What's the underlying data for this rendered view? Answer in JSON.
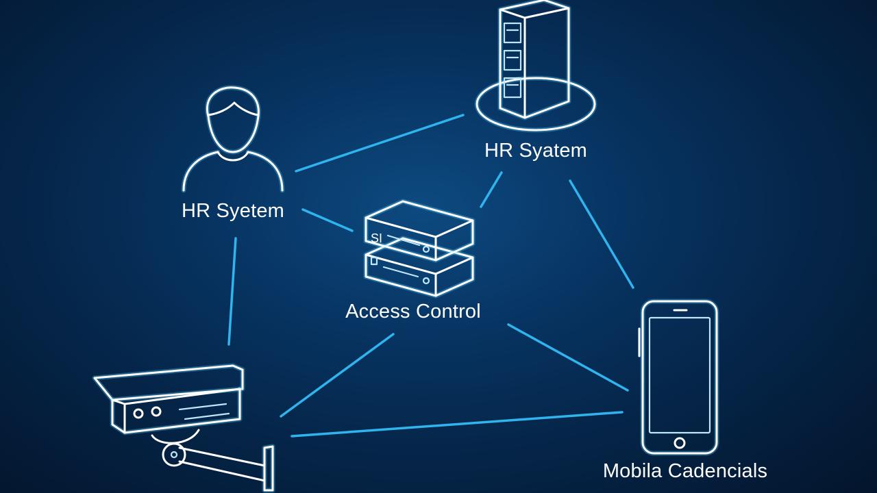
{
  "diagram": {
    "nodes": {
      "person": {
        "label": "HR Syetem",
        "icon": "person-icon"
      },
      "server_tower": {
        "label": "HR Syatem",
        "icon": "server-tower-icon"
      },
      "access_control": {
        "label": "Access Control",
        "icon": "access-control-device-icon",
        "device_text": "SI"
      },
      "mobile": {
        "label": "Mobila Cadencials",
        "icon": "smartphone-icon"
      },
      "camera": {
        "label": "",
        "icon": "security-camera-icon"
      }
    },
    "connections": [
      {
        "from": "person",
        "to": "server_tower"
      },
      {
        "from": "person",
        "to": "access_control"
      },
      {
        "from": "person",
        "to": "camera"
      },
      {
        "from": "server_tower",
        "to": "access_control"
      },
      {
        "from": "server_tower",
        "to": "mobile"
      },
      {
        "from": "access_control",
        "to": "camera"
      },
      {
        "from": "access_control",
        "to": "mobile"
      },
      {
        "from": "camera",
        "to": "mobile"
      }
    ],
    "colors": {
      "background": "#052548",
      "link": "#2fb4ee",
      "icon": "#ffffff",
      "icon_glow": "#4fc7f5"
    }
  }
}
